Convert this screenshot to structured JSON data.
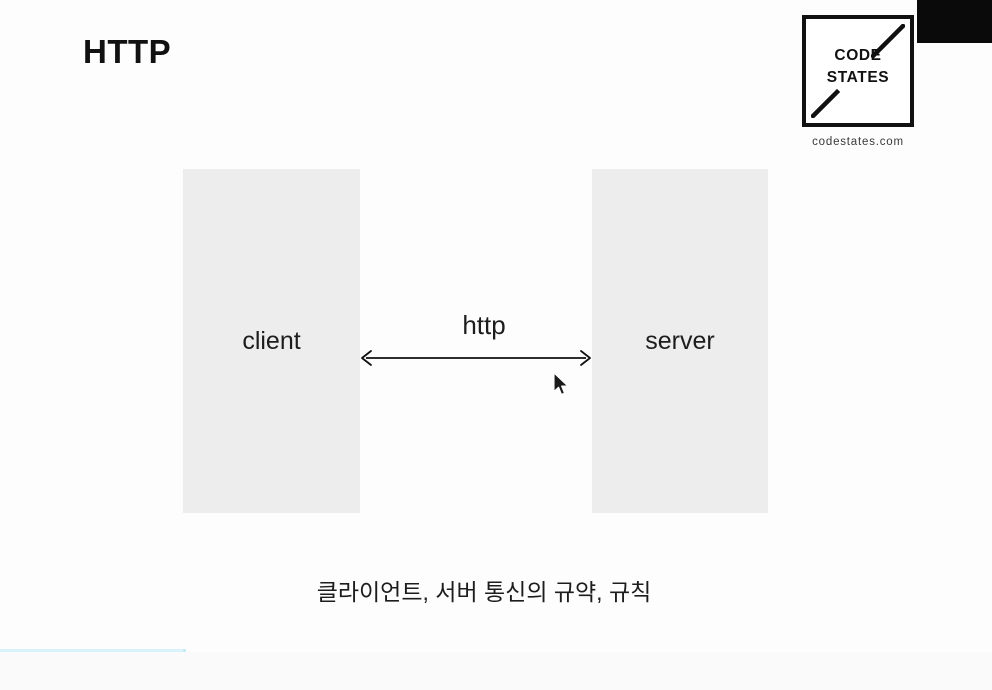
{
  "slide": {
    "title": "HTTP",
    "background_color": "#fdfdfd"
  },
  "logo": {
    "line1": "CODE",
    "line2": "STATES",
    "url": "codestates.com",
    "color": "#111111",
    "slash_top_right_icon": "diagonal-slash-icon",
    "slash_bottom_left_icon": "diagonal-slash-icon"
  },
  "overlay": {
    "black_bar_color": "#0a0a0a"
  },
  "diagram": {
    "box_fill": "#ededed",
    "client": {
      "label": "client"
    },
    "server": {
      "label": "server"
    },
    "connector": {
      "label": "http",
      "arrow_icon": "double-headed-arrow-icon",
      "stroke_color": "#111111"
    }
  },
  "caption": {
    "text": "클라이언트, 서버 통신의 규약, 규칙"
  },
  "cursor": {
    "icon": "mouse-pointer-icon"
  },
  "player": {
    "progress_fill_color": "#d9f2fb",
    "strip_color": "#fafafa"
  }
}
